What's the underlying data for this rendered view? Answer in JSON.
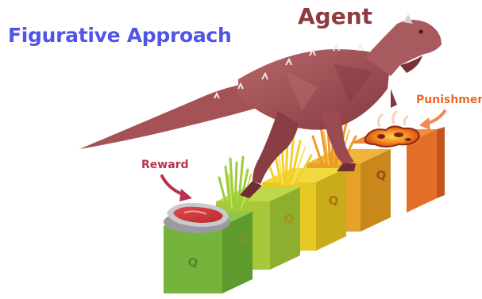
{
  "title": "Figurative Approach",
  "agent_label": "Agent",
  "reward_label": "Reward",
  "punishment_label": "Punishment",
  "q_label": "Q",
  "cells": [
    {
      "front": "#76b33c",
      "top": "#8fc54c",
      "side": "#5f9a2e"
    },
    {
      "front": "#a8c83a",
      "top": "#bdd84a",
      "side": "#8dae2e"
    },
    {
      "front": "#e7c924",
      "top": "#f1d93e",
      "side": "#c9ac1a"
    },
    {
      "front": "#e6a228",
      "top": "#f0b43a",
      "side": "#c8881c"
    },
    {
      "front": "#e46f2a",
      "top": "#ee8b3c",
      "side": "#c4541e"
    }
  ],
  "colors": {
    "title": "#5055e6",
    "agent": "#8c3c3e",
    "reward": "#b8324e",
    "punishment": "#ee6a22",
    "dino_body": "#9e4d52"
  }
}
